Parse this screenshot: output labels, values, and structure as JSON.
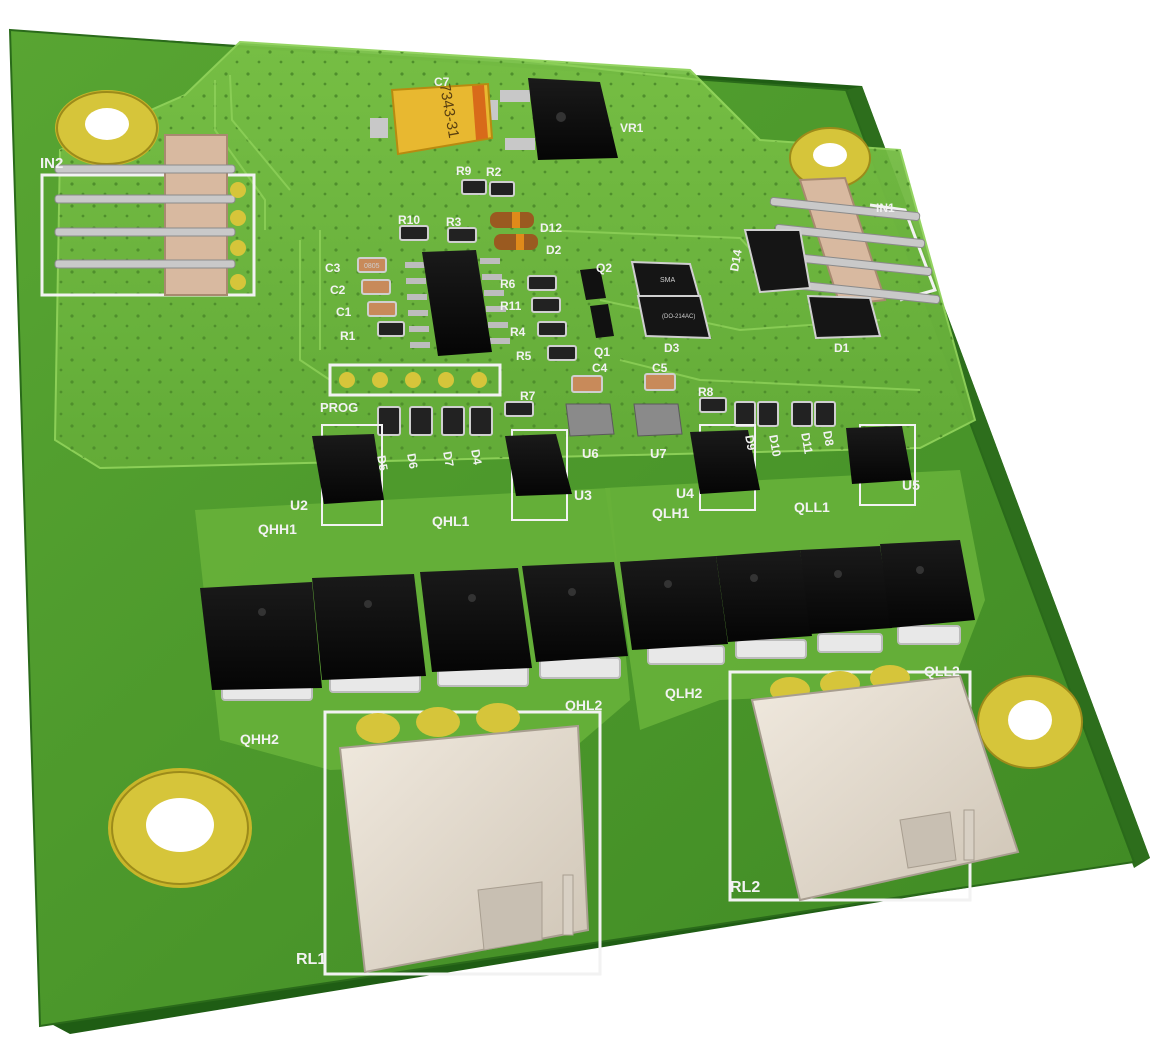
{
  "scene": {
    "colors": {
      "board": "#4f9a2c",
      "board_edge": "#1f5d14",
      "copper_pour": "#6cb53d",
      "silkscreen": "#f2f2f2",
      "gold_pad": "#c8b62a",
      "ic_body": "#101010",
      "connector_body": "#e6ddd0",
      "header_body": "#d8b9a0",
      "tantalum": "#e8b830",
      "tantalum_stripe": "#d86a1a",
      "diode_band": "#e08a1a"
    },
    "labels": {
      "in1": "IN1",
      "in2": "IN2",
      "c7": "C7",
      "vr1": "VR1",
      "tantalum_code": "7343-31",
      "r9": "R9",
      "r2": "R2",
      "r10": "R10",
      "r3": "R3",
      "d12": "D12",
      "d2": "D2",
      "c3": "C3",
      "c2": "C2",
      "c1": "C1",
      "r1": "R1",
      "r6": "R6",
      "r11": "R11",
      "r4": "R4",
      "r5": "R5",
      "q2": "Q2",
      "q1": "Q1",
      "d3": "D3",
      "d14": "D14",
      "d1": "D1",
      "c4": "C4",
      "c5": "C5",
      "r7": "R7",
      "r8": "R8",
      "prog": "PROG",
      "u2": "U2",
      "u3": "U3",
      "u4": "U4",
      "u5": "U5",
      "u6": "U6",
      "u7": "U7",
      "d5": "D5",
      "d6": "D6",
      "d7": "D7",
      "d4": "D4",
      "d9": "D9",
      "d10": "D10",
      "d11": "D11",
      "d8": "D8",
      "qhh1": "QHH1",
      "qhl1": "QHL1",
      "qlh1": "QLH1",
      "qll1": "QLL1",
      "qhh2": "QHH2",
      "qhl2": "QHL2",
      "qlh2": "QLH2",
      "qll2": "QLL2",
      "rl1": "RL1",
      "rl2": "RL2"
    },
    "package_marks": {
      "size_0805": "0805",
      "sma": "SMA",
      "do214ac": "(DO-214AC)"
    }
  }
}
